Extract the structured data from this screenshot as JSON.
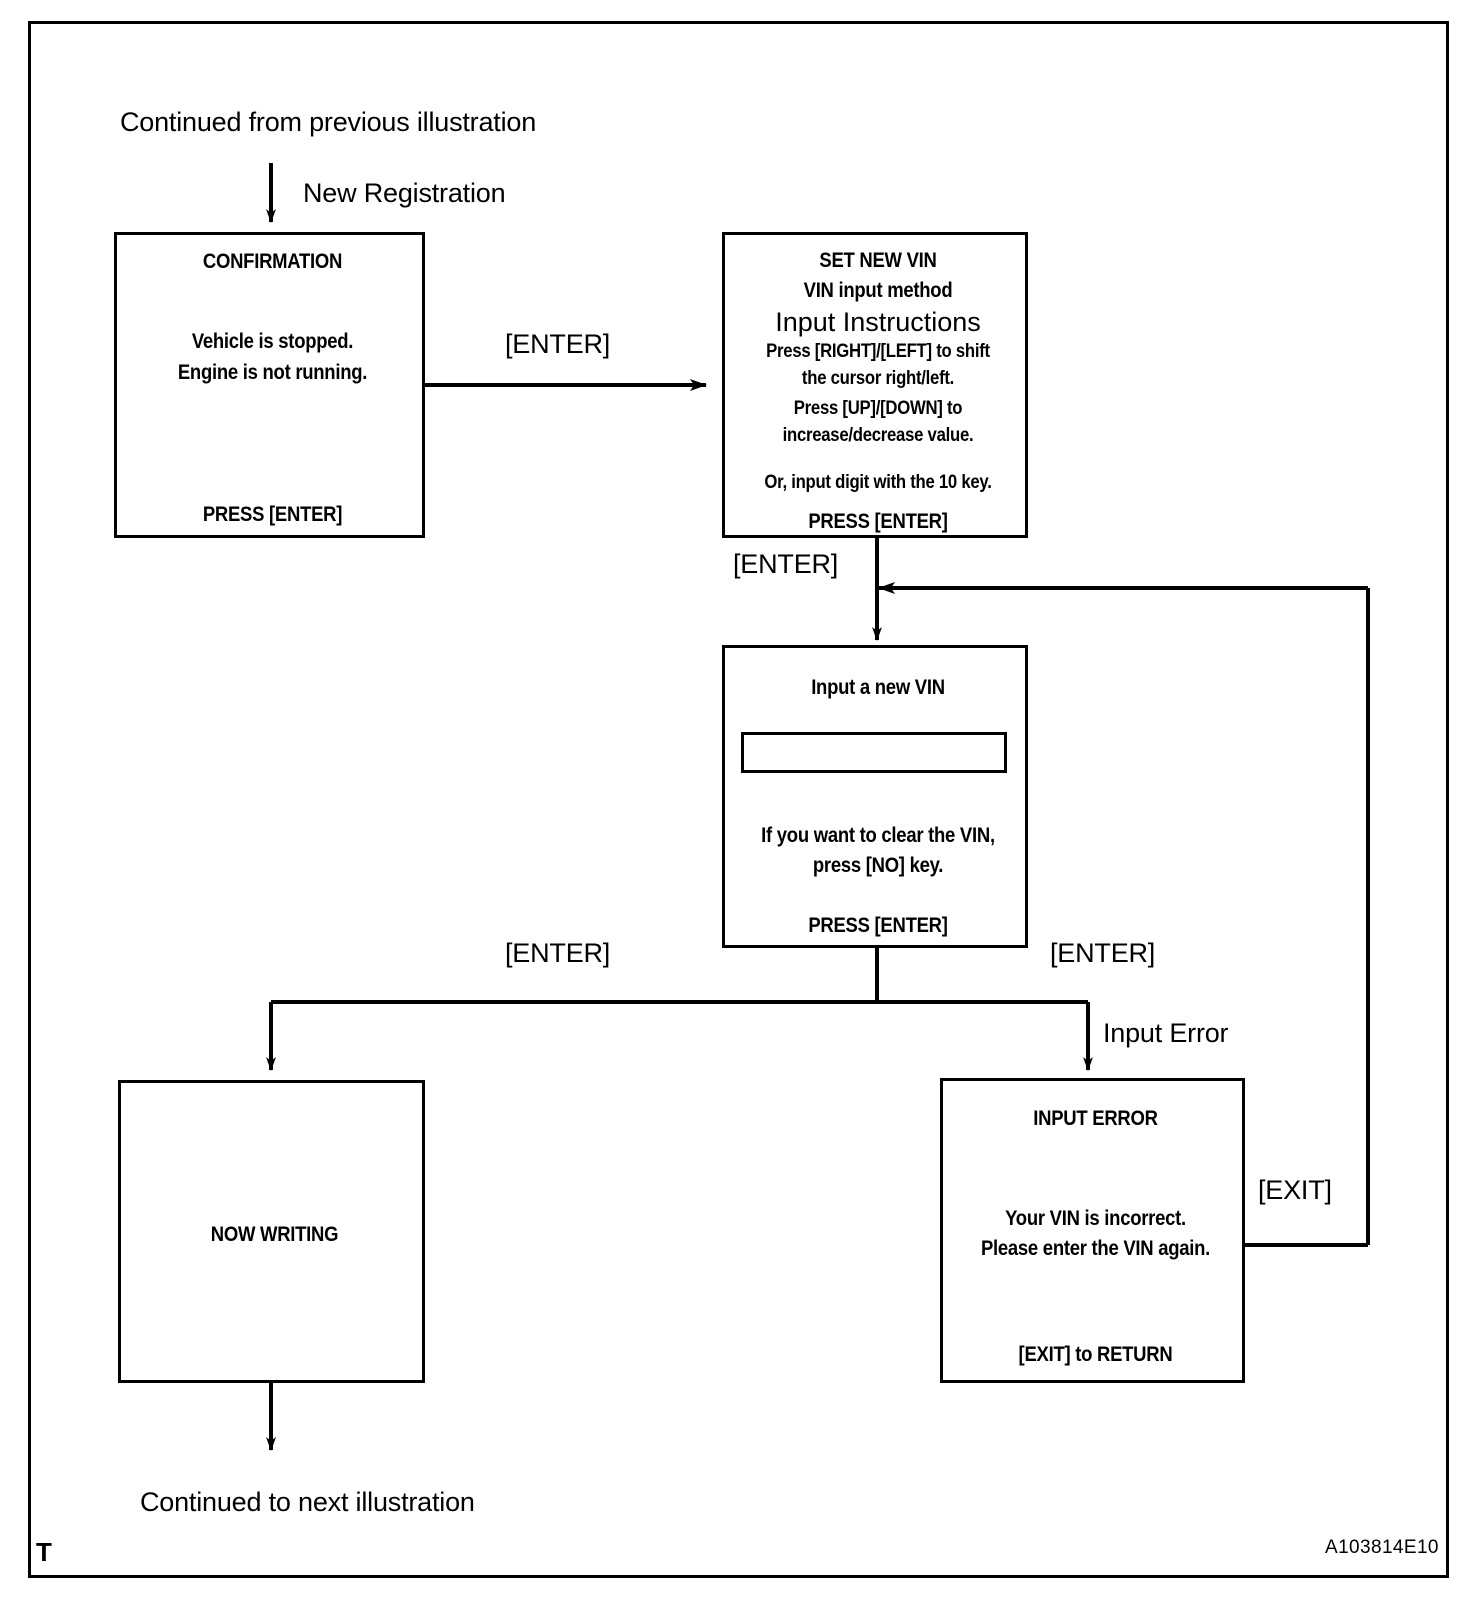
{
  "figure": {
    "reference_code": "A103814E10",
    "corner_mark": "T",
    "entry_caption": "Continued from previous illustration",
    "exit_caption": "Continued to next illustration"
  },
  "edges": {
    "new_registration": "New Registration",
    "enter_1": "[ENTER]",
    "enter_2": "[ENTER]",
    "enter_left": "[ENTER]",
    "enter_right": "[ENTER]",
    "input_error": "Input Error",
    "exit": "[EXIT]"
  },
  "screens": {
    "confirmation": {
      "title": "CONFIRMATION",
      "body": [
        "Vehicle is stopped.",
        "Engine is not running."
      ],
      "footer": "PRESS [ENTER]"
    },
    "set_new_vin": {
      "title": "SET NEW VIN",
      "subtitle": "VIN input method",
      "heading": "Input Instructions",
      "body": [
        "Press [RIGHT]/[LEFT] to shift",
        "the cursor right/left.",
        "Press [UP]/[DOWN]  to",
        "increase/decrease value."
      ],
      "note": "Or, input digit with the 10 key.",
      "footer": "PRESS [ENTER]"
    },
    "input_new_vin": {
      "title": "Input a new VIN",
      "field_value": "",
      "body": [
        "If you want to clear the VIN,",
        "press [NO] key."
      ],
      "footer": "PRESS [ENTER]"
    },
    "now_writing": {
      "title": "NOW WRITING"
    },
    "input_error": {
      "title": "INPUT  ERROR",
      "body": [
        "Your VIN is incorrect.",
        "Please enter the VIN again."
      ],
      "footer": "[EXIT] to RETURN"
    }
  }
}
